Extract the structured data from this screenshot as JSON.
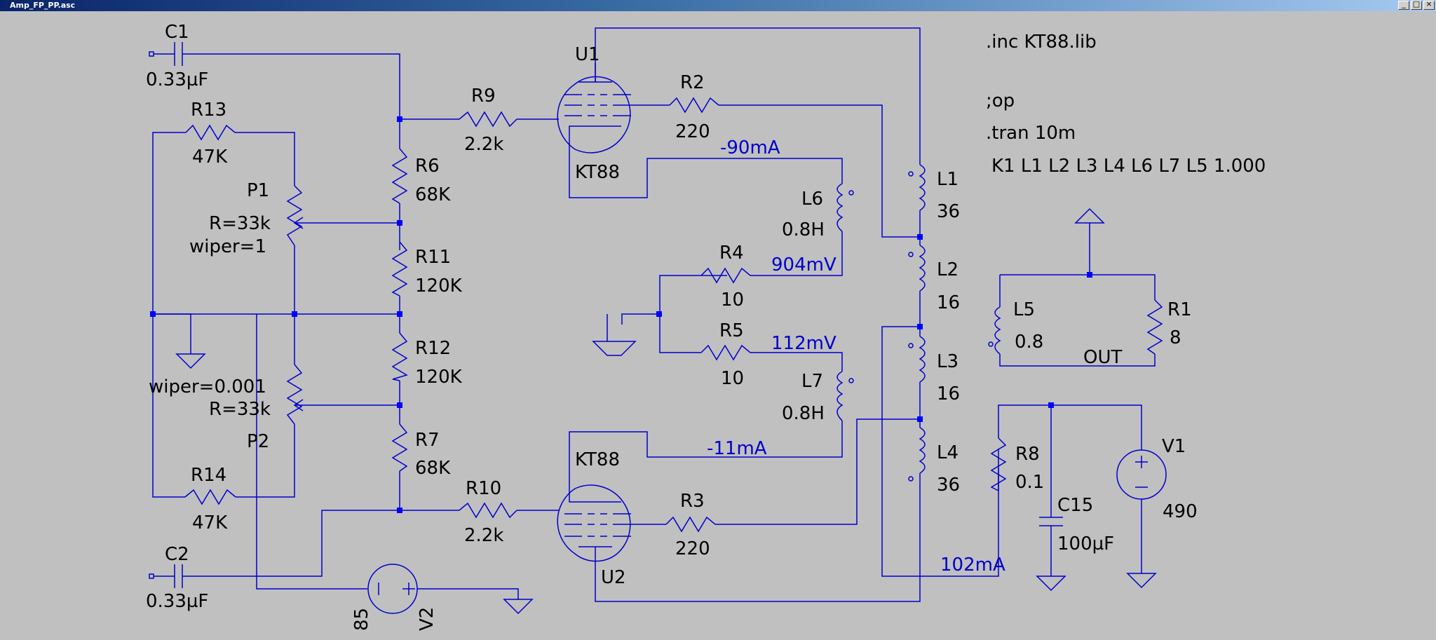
{
  "window": {
    "title": "Amp_FP_PP.asc"
  },
  "controls": {
    "minimize": "_",
    "maximize": "□",
    "close": "×"
  },
  "labels": {
    "C1": {
      "name": "C1",
      "value": "0.33µF"
    },
    "C2": {
      "name": "C2",
      "value": "0.33µF"
    },
    "R13": {
      "name": "R13",
      "value": "47K"
    },
    "R14": {
      "name": "R14",
      "value": "47K"
    },
    "P1": {
      "name": "P1",
      "r": "R=33k",
      "wiper": "wiper=1"
    },
    "P2": {
      "name": "P2",
      "r": "R=33k",
      "wiper": "wiper=0.001"
    },
    "R6": {
      "name": "R6",
      "value": "68K"
    },
    "R11": {
      "name": "R11",
      "value": "120K"
    },
    "R12": {
      "name": "R12",
      "value": "120K"
    },
    "R7": {
      "name": "R7",
      "value": "68K"
    },
    "R9": {
      "name": "R9",
      "value": "2.2k"
    },
    "R10": {
      "name": "R10",
      "value": "2.2k"
    },
    "U1": {
      "name": "U1",
      "model": "KT88"
    },
    "U2": {
      "name": "U2",
      "model": "KT88"
    },
    "R2": {
      "name": "R2",
      "value": "220"
    },
    "R3": {
      "name": "R3",
      "value": "220"
    },
    "L6": {
      "name": "L6",
      "value": "0.8H"
    },
    "L7": {
      "name": "L7",
      "value": "0.8H"
    },
    "R4": {
      "name": "R4",
      "value": "10"
    },
    "R5": {
      "name": "R5",
      "value": "10"
    },
    "L1": {
      "name": "L1",
      "value": "36"
    },
    "L2": {
      "name": "L2",
      "value": "16"
    },
    "L3": {
      "name": "L3",
      "value": "16"
    },
    "L4": {
      "name": "L4",
      "value": "36"
    },
    "L5": {
      "name": "L5",
      "value": "0.8"
    },
    "R1": {
      "name": "R1",
      "value": "8"
    },
    "R8": {
      "name": "R8",
      "value": "0.1"
    },
    "C15": {
      "name": "C15",
      "value": "100µF"
    },
    "V1": {
      "name": "V1",
      "value": "490"
    },
    "V2": {
      "name": "V2",
      "value": "85"
    },
    "out": "OUT"
  },
  "probes": {
    "i_top": "-90mA",
    "v_r4": "904mV",
    "v_r5": "112mV",
    "i_bot": "-11mA",
    "i_supply": "102mA"
  },
  "directives": {
    "inc": ".inc KT88.lib",
    "op": ";op",
    "tran": ".tran 10m",
    "coupling": "K1 L1 L2 L3 L4  L6 L7  L5  1.000"
  },
  "colors": {
    "wire": "#0000cc",
    "junction": "#0000ff",
    "background": "#c0c0c0",
    "text": "#000000"
  }
}
